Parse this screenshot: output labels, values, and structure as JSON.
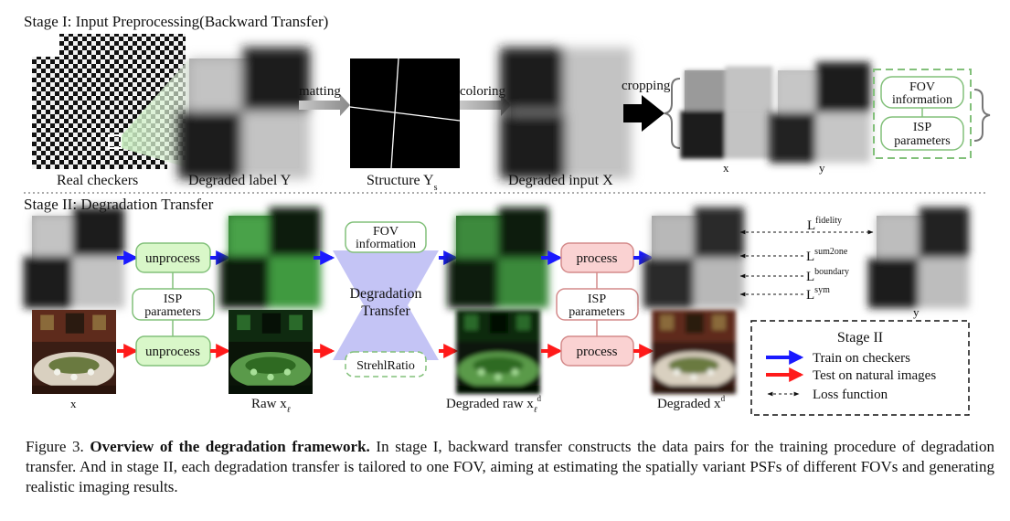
{
  "stage1": {
    "title": "Stage I: Input Preprocessing(Backward Transfer)",
    "labels": {
      "real_checkers": "Real  checkers",
      "degraded_label": "Degraded label Y",
      "structure": "Structure Y",
      "structure_sub": "s",
      "degraded_input": "Degraded input X",
      "x": "x",
      "y": "y"
    },
    "arrows": {
      "matting": "matting",
      "coloring": "coloring",
      "cropping": "cropping"
    },
    "boxes": {
      "fov_line1": "FOV",
      "fov_line2": "information",
      "isp_line1": "ISP",
      "isp_line2": "parameters"
    }
  },
  "stage2": {
    "title": "Stage II: Degradation Transfer",
    "unprocess": "unprocess",
    "process": "process",
    "isp_line1": "ISP",
    "isp_line2": "parameters",
    "fov_line1": "FOV",
    "fov_line2": "information",
    "degradation_line1": "Degradation",
    "degradation_line2": "Transfer",
    "strehl": "StrehlRatio",
    "labels": {
      "x": "x",
      "raw": "Raw x",
      "raw_sub": "ℓ",
      "degraded_raw": "Degraded raw x",
      "degraded_raw_sub": "ℓ",
      "degraded_raw_sup": "d",
      "degraded": "Degraded x",
      "degraded_sup": "d",
      "y": "y"
    },
    "losses": {
      "fidelity": "fidelity",
      "sum2one": "sum2one",
      "boundary": "boundary",
      "sym": "sym",
      "L": "L"
    },
    "legend": {
      "title": "Stage II",
      "blue": "Train on checkers",
      "red": "Test on natural images",
      "loss": "Loss function",
      "blue_color": "#1a1aff",
      "red_color": "#ff1a1a"
    }
  },
  "caption": {
    "prefix": "Figure 3. ",
    "bold": "Overview of the degradation framework.",
    "text": " In stage I, backward transfer constructs the data pairs for the training procedure of degradation transfer. And in stage II, each degradation transfer is tailored to one FOV, aiming at estimating the spatially variant PSFs of different FOVs and generating realistic imaging results."
  }
}
